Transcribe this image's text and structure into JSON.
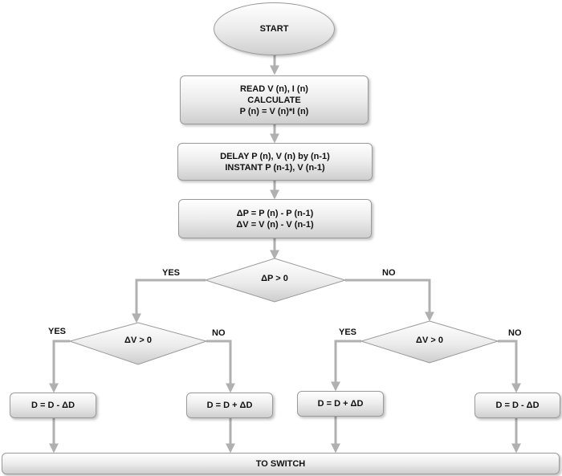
{
  "start": "START",
  "read_block": {
    "line1": "READ V (n), I (n)",
    "line2": "CALCULATE",
    "line3": "P (n) = V (n)*I (n)"
  },
  "delay_block": {
    "line1": "DELAY P (n), V (n) by (n-1)",
    "line2": "INSTANT P (n-1), V (n-1)"
  },
  "delta_block": {
    "line1": "ΔP = P (n) - P (n-1)",
    "line2": "ΔV = V (n) - V (n-1)"
  },
  "decision_dp": "ΔP > 0",
  "decision_dv_left": "ΔV > 0",
  "decision_dv_right": "ΔV > 0",
  "labels": {
    "yes": "YES",
    "no": "NO"
  },
  "outputs": {
    "out1": "D = D - ΔD",
    "out2": "D = D + ΔD",
    "out3": "D = D + ΔD",
    "out4": "D = D - ΔD"
  },
  "switch": "TO SWITCH",
  "colors": {
    "arrow": "#b0b0b0",
    "box_border": "#9a9a9a"
  }
}
